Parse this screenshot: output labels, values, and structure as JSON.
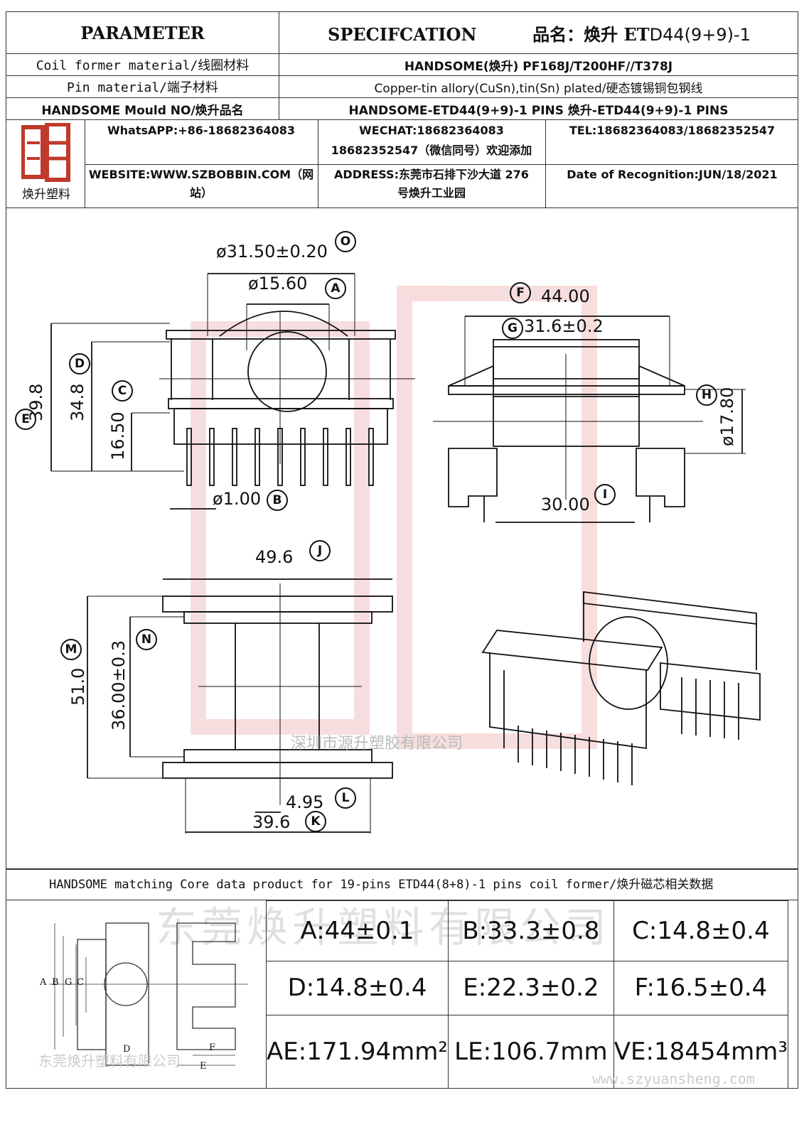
{
  "header": {
    "parameter": "PARAMETER",
    "specification": "SPECIFCATION",
    "product_name_label": "品名：焕升 ET",
    "product_name_value": "D44(9+9)-1",
    "rows": [
      {
        "label": "Coil former material/线圈材料",
        "value": "HANDSOME(焕升)   PF168J/T200HF//T378J"
      },
      {
        "label": "Pin material/端子材料",
        "value": "Copper-tin allory(CuSn),tin(Sn) plated/硬态镀锡铜包钢线"
      },
      {
        "label": "HANDSOME Mould NO/焕升品名",
        "value": "HANDSOME-ETD44(9+9)-1 PINS   焕升-ETD44(9+9)-1 PINS"
      }
    ]
  },
  "info": {
    "logo_text": "焕升塑料",
    "whatsapp": "WhatsAPP:+86-18682364083",
    "wechat_line1": "WECHAT:18682364083",
    "wechat_line2": "18682352547（微信同号）欢迎添加",
    "tel": "TEL:18682364083/18682352547",
    "website_line1": "WEBSITE:WWW.SZBOBBIN.COM（网",
    "website_line2": "站）",
    "address_line1": "ADDRESS:东莞市石排下沙大道 276",
    "address_line2": "号焕升工业园",
    "date": "Date of Recognition:JUN/18/2021"
  },
  "drawing": {
    "dims": {
      "O": "ø31.50±0.20",
      "A": "ø15.60",
      "D": "34.8",
      "E": "39.8",
      "C": "16.50",
      "B": "ø1.00",
      "F": "44.00",
      "G": "31.6±0.2",
      "H": "ø17.80",
      "I": "30.00",
      "J": "49.6",
      "M": "51.0",
      "N": "36.00±0.3",
      "L": "4.95",
      "K": "39.6"
    },
    "letters": [
      "O",
      "A",
      "D",
      "E",
      "C",
      "B",
      "F",
      "G",
      "H",
      "I",
      "J",
      "M",
      "N",
      "L",
      "K"
    ],
    "watermark_top": "深圳市源升塑胶有限公司",
    "watermark_main": "东莞焕升塑料有限公司"
  },
  "core": {
    "title": "HANDSOME matching Core data  product for 19-pins ETD44(8+8)-1 pins coil former/焕升磁芯相关数据",
    "labels": [
      "A",
      "B",
      "G",
      "C",
      "D",
      "F",
      "E"
    ],
    "watermark": "东莞焕升塑料有限公司",
    "site_watermark": "www.szyuansheng.com",
    "specs": [
      [
        "A:44±0.1",
        "B:33.3±0.8",
        "C:14.8±0.4"
      ],
      [
        "D:14.8±0.4",
        "E:22.3±0.2",
        "F:16.5±0.4"
      ],
      [
        "AE:171.94mm²",
        "LE:106.7mm",
        "VE:18454mm³"
      ]
    ]
  },
  "colors": {
    "logo_red": "#c0392b",
    "line": "#333333"
  }
}
